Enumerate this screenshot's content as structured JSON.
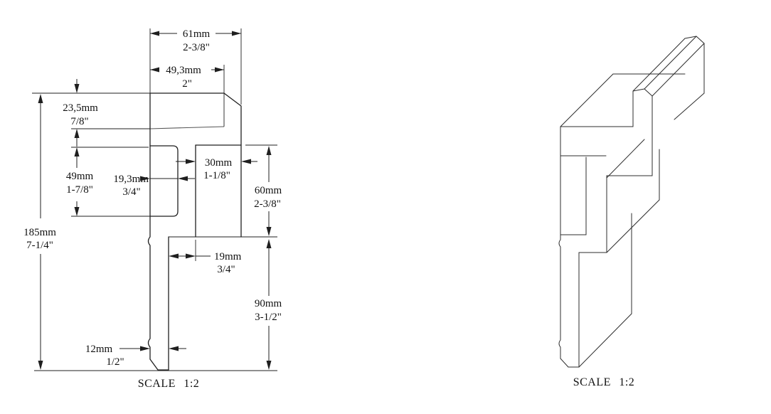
{
  "views": {
    "section": {
      "scale_label": "SCALE 1:2"
    },
    "iso": {
      "scale_label": "SCALE 1:2"
    }
  },
  "dims": {
    "width_top": {
      "mm": "61mm",
      "in": "2-3/8\""
    },
    "width_inner": {
      "mm": "49,3mm",
      "in": "2\""
    },
    "cap_thickness": {
      "mm": "23,5mm",
      "in": "7/8\""
    },
    "web_height": {
      "mm": "49mm",
      "in": "1-7/8\""
    },
    "web_width": {
      "mm": "19,3mm",
      "in": "3/4\""
    },
    "wall_width": {
      "mm": "30mm",
      "in": "1-1/8\""
    },
    "groove_height": {
      "mm": "60mm",
      "in": "2-3/8\""
    },
    "step_width": {
      "mm": "19mm",
      "in": "3/4\""
    },
    "plank_height": {
      "mm": "90mm",
      "in": "3-1/2\""
    },
    "total_height": {
      "mm": "185mm",
      "in": "7-1/4\""
    },
    "plank_width": {
      "mm": "12mm",
      "in": "1/2\""
    }
  }
}
